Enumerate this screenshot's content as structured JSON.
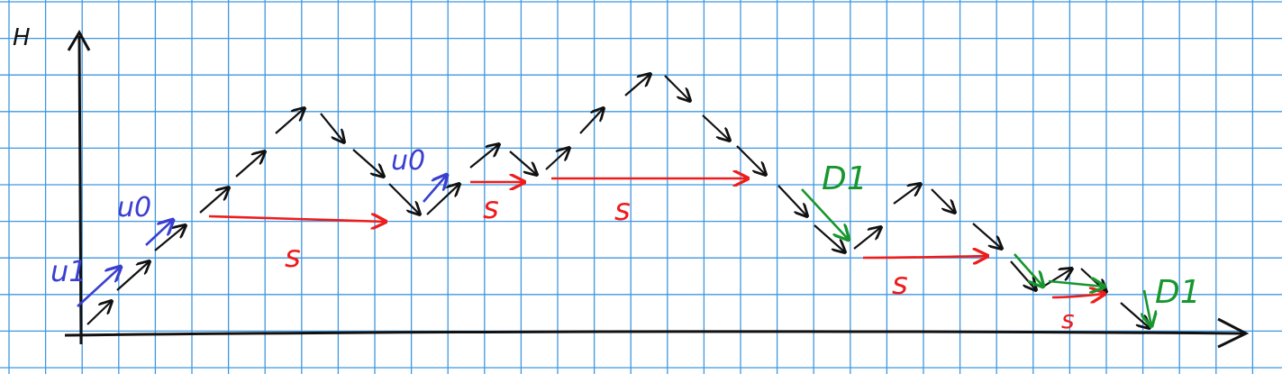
{
  "colors": {
    "paper": "#ffffff",
    "grid": "#3f97e0",
    "ink": "#111111",
    "blue": "#3a3fd0",
    "red": "#ee1c1c",
    "green": "#17962e"
  },
  "axis": {
    "y_label": "H"
  },
  "labels": {
    "u1": "u1",
    "u0": "u0",
    "s": "s",
    "d1": "D1"
  },
  "legend_colors": {
    "u_labels": "blue",
    "s_labels": "red",
    "d_labels": "green",
    "step_arrows": "black"
  }
}
